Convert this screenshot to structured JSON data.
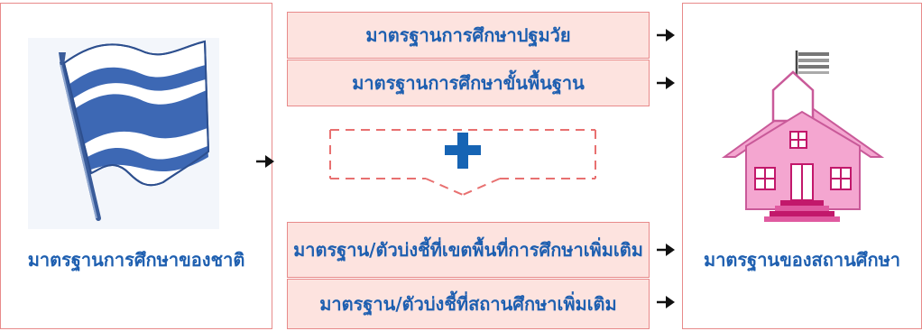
{
  "national": {
    "label": "มาตรฐานการศึกษาของชาติ"
  },
  "school": {
    "label": "มาตรฐานของสถานศึกษา"
  },
  "standards": {
    "early_childhood": "มาตรฐานการศึกษาปฐมวัย",
    "basic_education": "มาตรฐานการศึกษาขั้นพื้นฐาน",
    "area_additional": "มาตรฐาน/ตัวบ่งชี้ที่เขตพื้นที่การศึกษาเพิ่มเติม",
    "school_additional": "มาตรฐาน/ตัวบ่งชี้ที่สถานศึกษาเพิ่มเติม"
  },
  "colors": {
    "text_blue": "#1e5fb0",
    "box_fill": "#fde3df",
    "border_pink": "#e88a8a",
    "plus_blue": "#1664b4",
    "house_pink": "#f4a6d0"
  },
  "icons": [
    "flag-icon",
    "house-icon",
    "plus-icon",
    "arrow-right-icon"
  ]
}
